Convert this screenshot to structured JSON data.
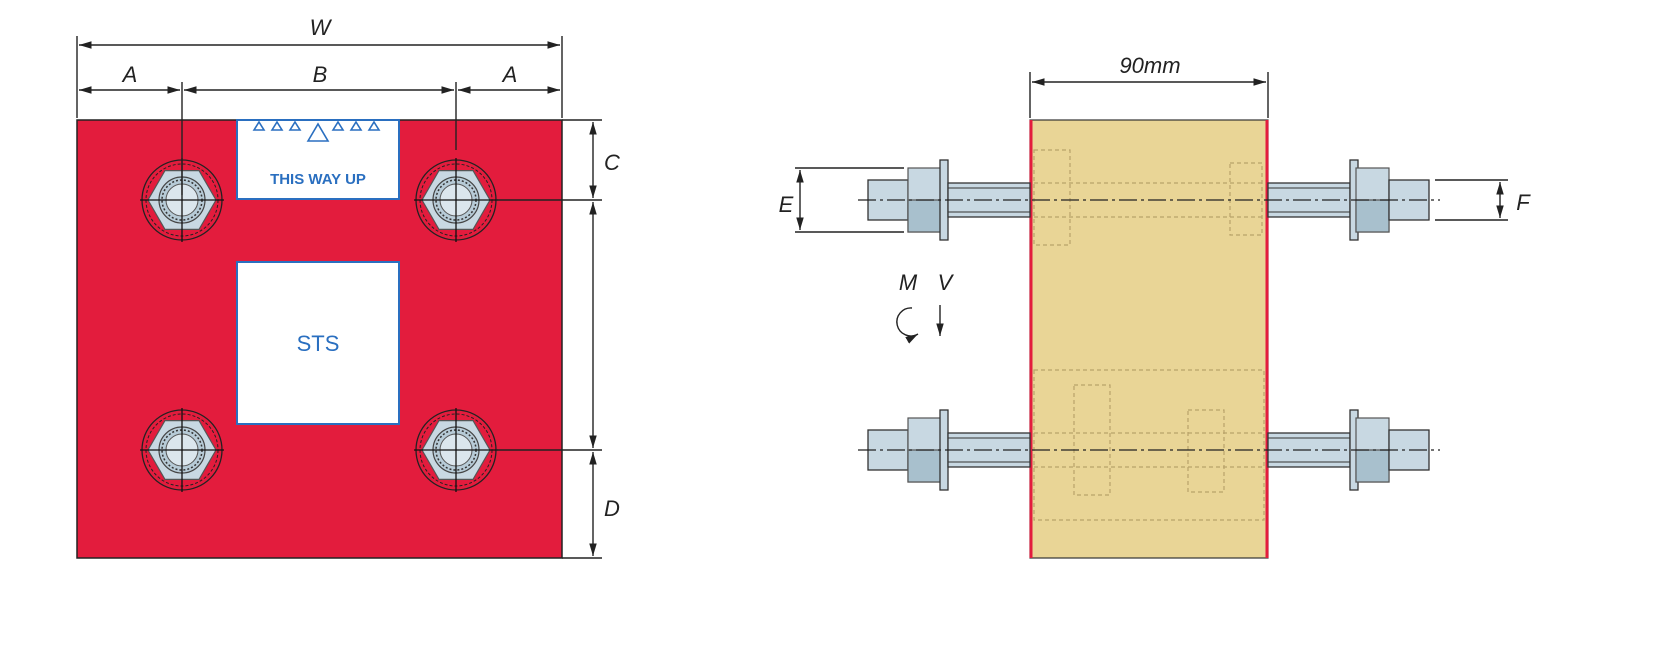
{
  "front_view": {
    "width_label": "W",
    "edge_label_left": "A",
    "spacing_label": "B",
    "edge_label_right": "A",
    "top_edge_label": "C",
    "bottom_edge_label": "D",
    "orientation_label": "THIS WAY UP",
    "product_label": "STS"
  },
  "side_view": {
    "thickness_label": "90mm",
    "left_dim_label": "E",
    "right_dim_label": "F",
    "moment_label": "M",
    "shear_label": "V"
  },
  "colors": {
    "plate": "#e31c3d",
    "block": "#e9d596",
    "bolt": "#c8d8e2",
    "bolt_dark": "#a8c0cd",
    "label_blue": "#2a6fc0"
  }
}
